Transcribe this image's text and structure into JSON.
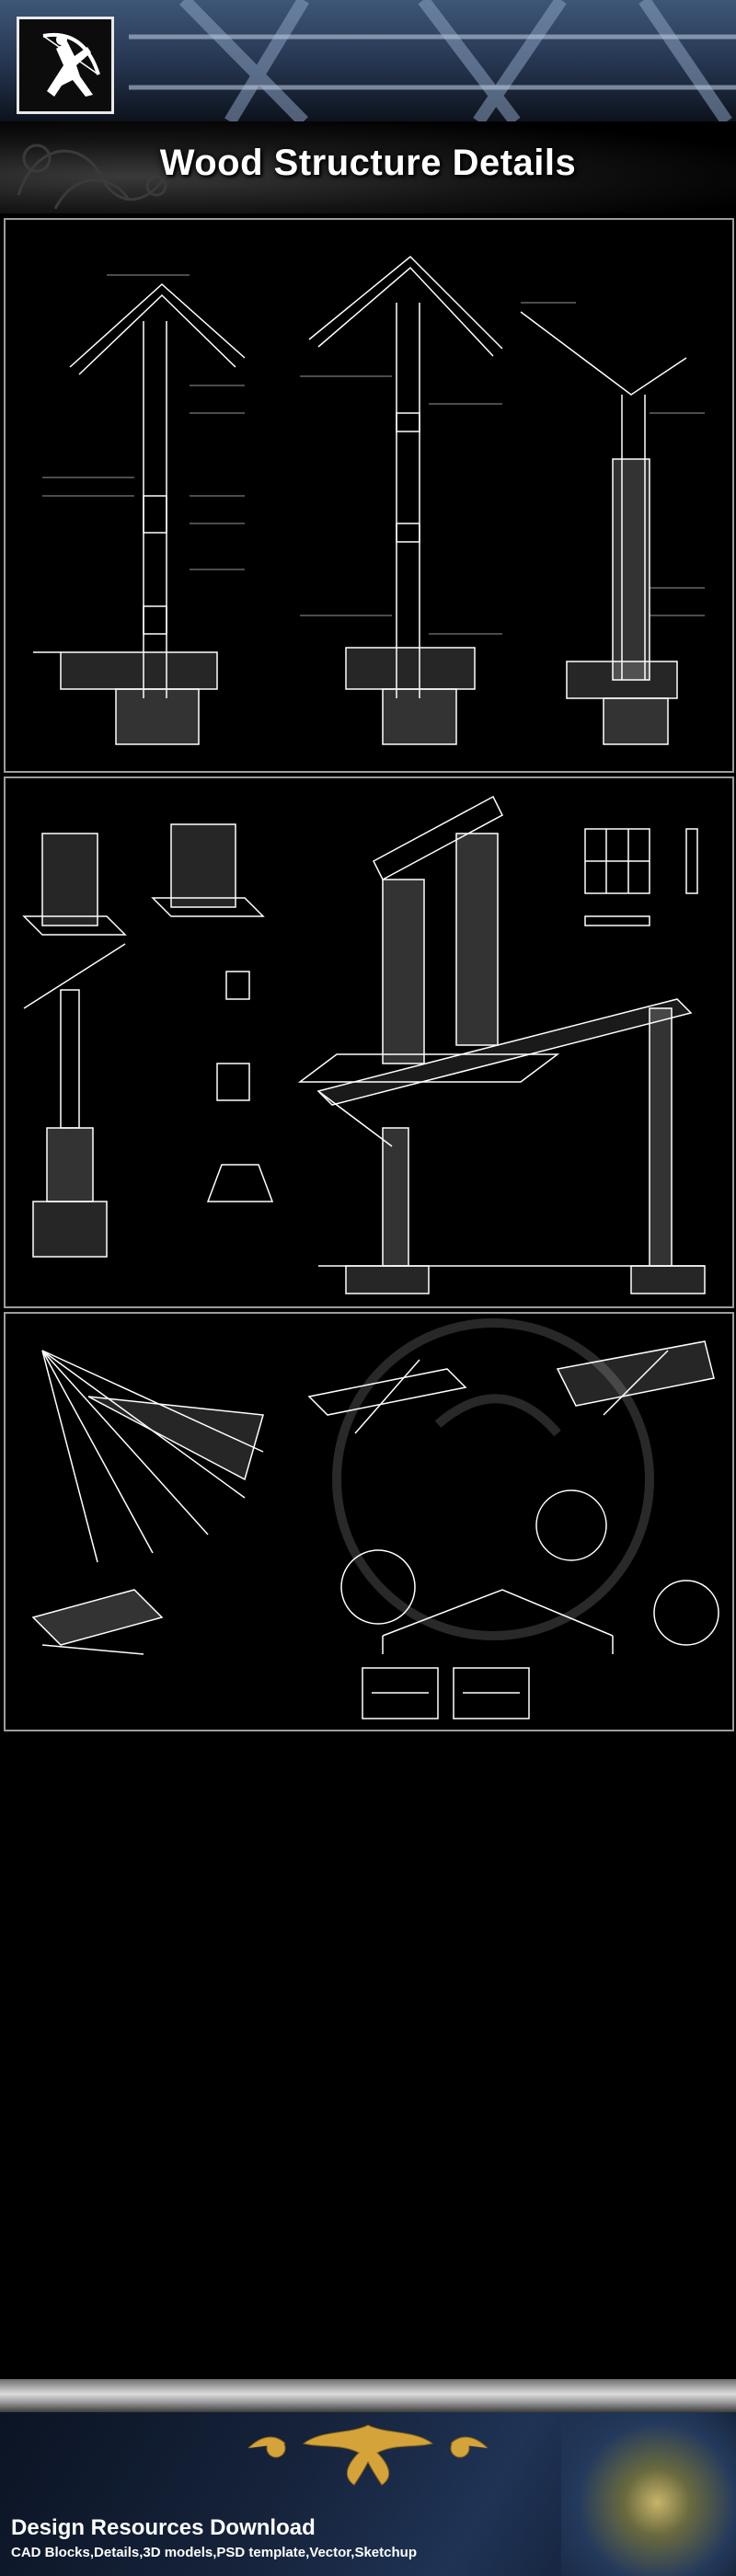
{
  "header": {
    "title": "Wood Structure Details",
    "logo_icon": "archer-logo-icon"
  },
  "panels": [
    {
      "name": "wall-sections",
      "icons": [
        "roof-section-icon",
        "wall-section-icon",
        "footing-icon"
      ]
    },
    {
      "name": "stone-and-timber-details",
      "icons": [
        "stone-column-icon",
        "window-icon",
        "shed-section-icon"
      ]
    },
    {
      "name": "roof-assembly-details",
      "icons": [
        "rafter-fan-icon",
        "isometric-joint-icon",
        "detail-callout-icon"
      ]
    }
  ],
  "footer": {
    "title": "Design Resources Download",
    "subtitle": "CAD Blocks,Details,3D models,PSD template,Vector,Sketchup",
    "ornament_icon": "gold-ornament-icon"
  },
  "colors": {
    "background": "#000000",
    "line": "#ffffff",
    "panel_border": "#9c9c9c",
    "gold": "#d4a43a"
  }
}
